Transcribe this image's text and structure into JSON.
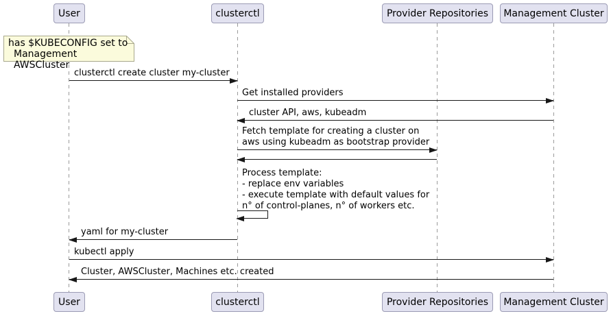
{
  "diagram": {
    "type": "sequence",
    "tool_style": "plantuml",
    "participants": [
      {
        "name": "User"
      },
      {
        "name": "clusterctl"
      },
      {
        "name": "Provider Repositories"
      },
      {
        "name": "Management Cluster"
      }
    ],
    "note": {
      "attached_to": "User",
      "lines": [
        "has $KUBECONFIG set to",
        "Management AWSCluster"
      ]
    },
    "messages": [
      {
        "from": "User",
        "to": "clusterctl",
        "label": "clusterctl create cluster my-cluster"
      },
      {
        "from": "clusterctl",
        "to": "Management Cluster",
        "label": "Get installed providers"
      },
      {
        "from": "Management Cluster",
        "to": "clusterctl",
        "label": "cluster API, aws, kubeadm"
      },
      {
        "from": "clusterctl",
        "to": "Provider Repositories",
        "label": "Fetch template for creating a cluster on\naws using kubeadm as bootstrap provider"
      },
      {
        "from": "Provider Repositories",
        "to": "clusterctl",
        "label": ""
      },
      {
        "from": "clusterctl",
        "to": "clusterctl",
        "label": "Process template:\n- replace env variables\n- execute template with default values for\nn° of control-planes, n° of workers etc."
      },
      {
        "from": "clusterctl",
        "to": "User",
        "label": "yaml for my-cluster"
      },
      {
        "from": "User",
        "to": "Management Cluster",
        "label": "kubectl apply"
      },
      {
        "from": "Management Cluster",
        "to": "User",
        "label": "Cluster, AWSCluster, Machines etc. created"
      }
    ],
    "colors": {
      "background": "#FFFFFF",
      "participant_fill": "#E2E2F0",
      "participant_border": "#9B9BB4",
      "note_fill": "#FBFBDC",
      "note_border": "#A8A88C",
      "lifeline": "#9A9A9A",
      "arrow": "#181818",
      "text": "#000000"
    }
  }
}
